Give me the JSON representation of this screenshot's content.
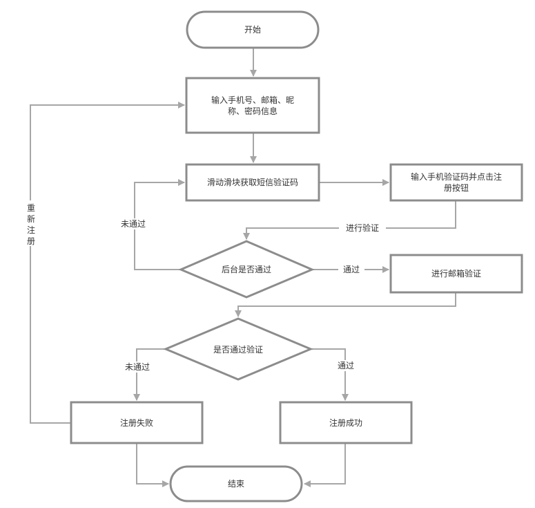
{
  "colors": {
    "node_border": "#8c8c8c",
    "connector": "#a6a6a6",
    "text": "#333333",
    "background": "#ffffff"
  },
  "nodes": {
    "start": "开始",
    "input_info": [
      "输入手机号、邮箱、昵",
      "称、密码信息"
    ],
    "slider": "滑动滑块获取短信验证码",
    "input_code": [
      "输入手机验证码并点击注",
      "册按钮"
    ],
    "backend_check": "后台是否通过",
    "email_verify": "进行邮箱验证",
    "verify_check": "是否通过验证",
    "fail": "注册失败",
    "success": "注册成功",
    "end": "结束"
  },
  "edge_labels": {
    "do_verify": "进行验证",
    "not_passed_left": "未通过",
    "passed_right": "通过",
    "not_passed_lower": "未通过",
    "passed_lower": "通过",
    "re_register": [
      "重",
      "新",
      "注",
      "册"
    ]
  }
}
